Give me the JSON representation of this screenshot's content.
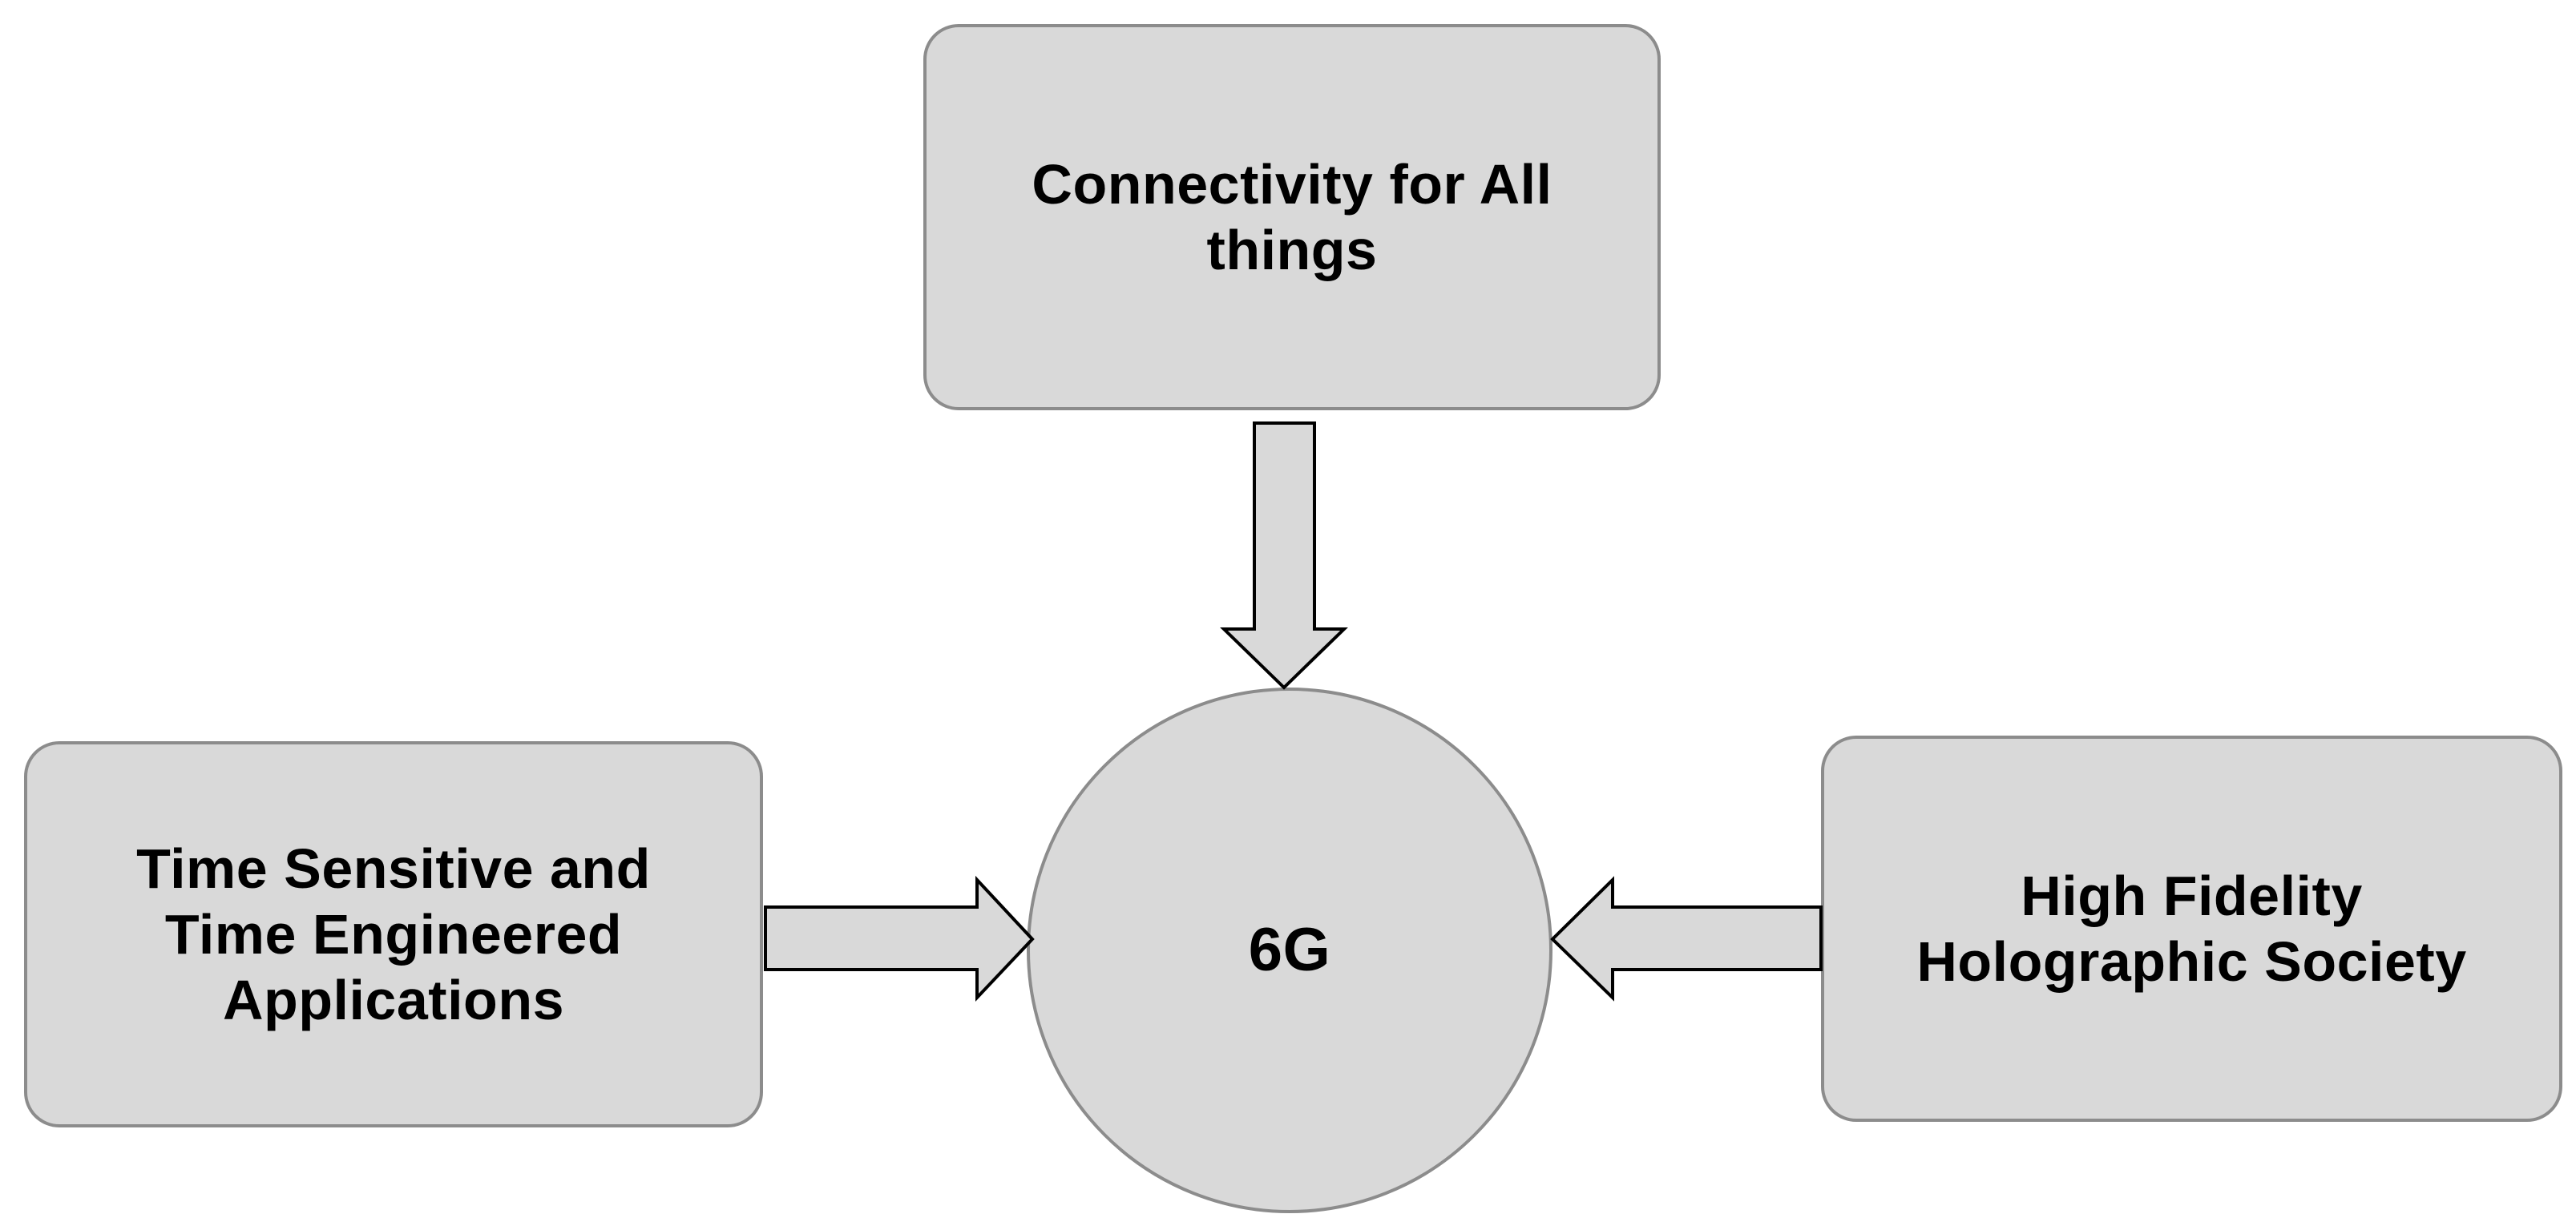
{
  "diagram": {
    "center": {
      "label": "6G"
    },
    "top": {
      "label": "Connectivity for All things"
    },
    "left": {
      "label": "Time Sensitive and Time Engineered Applications"
    },
    "right": {
      "label": "High Fidelity Holographic Society"
    }
  },
  "colors": {
    "fill": "#d9d9d9",
    "stroke": "#8c8c8c",
    "arrow_stroke": "#000000",
    "text": "#000000"
  }
}
